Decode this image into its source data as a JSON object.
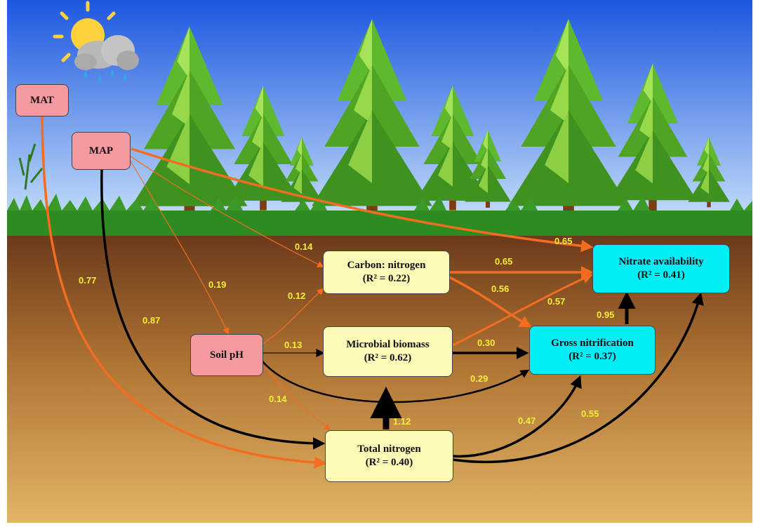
{
  "colors": {
    "sky_top": "#1c57e0",
    "sky_bottom": "#cfe6fb",
    "ground_line": "#2e8b21",
    "soil_top": "#6b3a1a",
    "soil_bottom": "#e2b565",
    "negative_path": "#f26d21",
    "positive_path": "#000000",
    "climate_box": "#f59aa0",
    "soil_box": "#fdf9b6",
    "process_box": "#00eef4",
    "coef_text": "#f7ee38"
  },
  "icons": [
    "sun-cloud-rain-icon",
    "conifer-tree-icon",
    "grass-icon"
  ],
  "nodes": {
    "mat": {
      "line1": "MAT"
    },
    "map": {
      "line1": "MAP"
    },
    "soil_ph": {
      "line1": "Soil pH"
    },
    "carbon_nitrogen": {
      "line1": "Carbon: nitrogen",
      "r2": "(R² = 0.22)"
    },
    "microbial_biomass": {
      "line1": "Microbial biomass",
      "r2": "(R² = 0.62)"
    },
    "total_nitrogen": {
      "line1": "Total nitrogen",
      "r2": "(R² = 0.40)"
    },
    "gross_nitrification": {
      "line1": "Gross nitrification",
      "r2": "(R² = 0.37)"
    },
    "nitrate_availability": {
      "line1": "Nitrate availability",
      "r2": "(R² = 0.41)"
    }
  },
  "paths": [
    {
      "id": "mat-tn",
      "from": "MAT",
      "to": "Total nitrogen",
      "coef": "0.77",
      "sign": "negative"
    },
    {
      "id": "map-tn",
      "from": "MAP",
      "to": "Total nitrogen",
      "coef": "0.87",
      "sign": "positive"
    },
    {
      "id": "map-ph",
      "from": "MAP",
      "to": "Soil pH",
      "coef": "0.19",
      "sign": "negative"
    },
    {
      "id": "map-cn",
      "from": "MAP",
      "to": "Carbon: nitrogen",
      "coef": "0.14",
      "sign": "negative"
    },
    {
      "id": "map-na",
      "from": "MAP",
      "to": "Nitrate availability",
      "coef": "0.65",
      "sign": "negative"
    },
    {
      "id": "ph-cn",
      "from": "Soil pH",
      "to": "Carbon: nitrogen",
      "coef": "0.12",
      "sign": "negative"
    },
    {
      "id": "ph-mb",
      "from": "Soil pH",
      "to": "Microbial biomass",
      "coef": "0.13",
      "sign": "positive"
    },
    {
      "id": "ph-tn",
      "from": "Soil pH",
      "to": "Total nitrogen",
      "coef": "0.14",
      "sign": "negative"
    },
    {
      "id": "ph-gn",
      "from": "Soil pH",
      "to": "Gross nitrification",
      "coef": "0.29",
      "sign": "positive"
    },
    {
      "id": "cn-na",
      "from": "Carbon: nitrogen",
      "to": "Nitrate availability",
      "coef": "0.65",
      "sign": "negative"
    },
    {
      "id": "cn-gn",
      "from": "Carbon: nitrogen",
      "to": "Gross nitrification",
      "coef": "0.56",
      "sign": "negative"
    },
    {
      "id": "mb-na",
      "from": "Microbial biomass",
      "to": "Nitrate availability",
      "coef": "0.57",
      "sign": "negative"
    },
    {
      "id": "mb-gn",
      "from": "Microbial biomass",
      "to": "Gross nitrification",
      "coef": "0.30",
      "sign": "positive"
    },
    {
      "id": "tn-mb",
      "from": "Total nitrogen",
      "to": "Microbial biomass",
      "coef": "1.12",
      "sign": "positive"
    },
    {
      "id": "tn-gn",
      "from": "Total nitrogen",
      "to": "Gross nitrification",
      "coef": "0.47",
      "sign": "positive"
    },
    {
      "id": "tn-na",
      "from": "Total nitrogen",
      "to": "Nitrate availability",
      "coef": "0.55",
      "sign": "positive"
    },
    {
      "id": "gn-na",
      "from": "Gross nitrification",
      "to": "Nitrate availability",
      "coef": "0.95",
      "sign": "positive"
    }
  ]
}
